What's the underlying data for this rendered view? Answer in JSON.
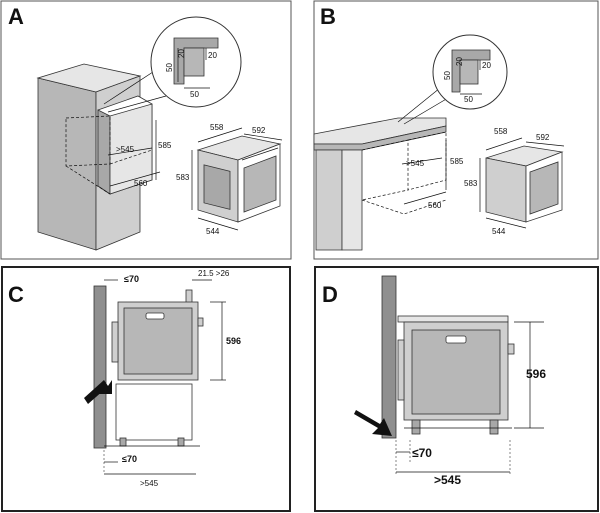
{
  "panels": {
    "a": {
      "letter": "A",
      "detail": {
        "dim_20": "20",
        "dim_20b": "20",
        "dim_50_v": "50",
        "dim_50_h": "50"
      },
      "niche": {
        "width_min": ">545",
        "height": "585",
        "depth": "560"
      },
      "oven": {
        "width_top": "558",
        "width_front": "592",
        "height": "583",
        "depth": "544"
      }
    },
    "b": {
      "letter": "B",
      "detail": {
        "dim_20": "20",
        "dim_20b": "20",
        "dim_50_v": "50",
        "dim_50_h": "50"
      },
      "niche": {
        "width_min": ">545",
        "height": "585",
        "depth": "560"
      },
      "oven": {
        "width_top": "558",
        "width_front": "592",
        "height": "583",
        "depth": "544"
      }
    },
    "c": {
      "letter": "C",
      "gap_top": "≤70",
      "gap_right": "21.5 >26",
      "height": "596",
      "gap_bottom": "≤70",
      "width_min": ">545"
    },
    "d": {
      "letter": "D",
      "height": "596",
      "gap_bottom": "≤70",
      "width_min": ">545"
    }
  }
}
